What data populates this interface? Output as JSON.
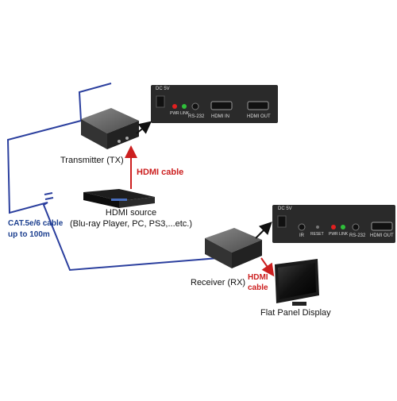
{
  "labels": {
    "transmitter": "Transmitter (TX)",
    "hdmi_cable_tx": "HDMI  cable",
    "hdmi_source_title": "HDMI source",
    "hdmi_source_desc": "(Blu-ray Player, PC, PS3,...etc.)",
    "cat_cable_line1": "CAT.5e/6 cable",
    "cat_cable_line2": "up to 100m",
    "receiver": "Receiver (RX)",
    "hdmi_cable_rx_line1": "HDMI",
    "hdmi_cable_rx_line2": "cable",
    "flat_panel": "Flat Panel Display"
  },
  "tx_panel": {
    "dc": "DC 5V",
    "pwr": "PWR",
    "link": "LINK",
    "rs232": "RS-232",
    "hdmi_in": "HDMI IN",
    "hdmi_out": "HDMI OUT"
  },
  "rx_panel": {
    "dc": "DC 5V",
    "ir": "IR",
    "reset": "RESET",
    "pwr": "PWR",
    "link": "LINK",
    "rs232": "RS-232",
    "hdmi_out": "HDMI OUT"
  },
  "colors": {
    "cable_blue": "#2b3f9e",
    "hdmi_red": "#cc1f1f",
    "panel_dark": "#2a2a2a",
    "led_red": "#e02020",
    "led_green": "#2fbf3a"
  }
}
